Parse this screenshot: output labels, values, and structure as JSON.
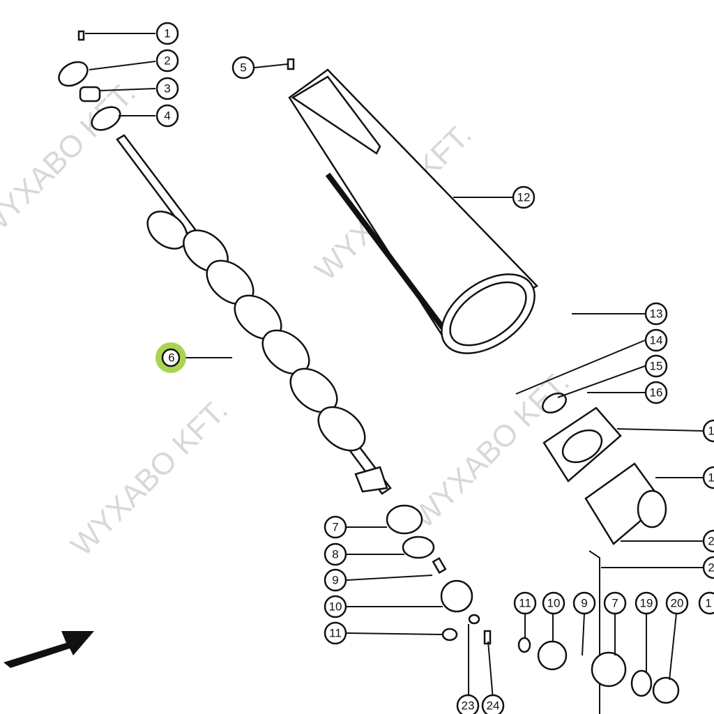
{
  "watermark": "WYXABO KFT.",
  "highlight_color": "#9acd32",
  "selected_callout": "6",
  "callouts": {
    "c1": "1",
    "c2": "2",
    "c3": "3",
    "c4": "4",
    "c5": "5",
    "c6": "6",
    "c7": "7",
    "c8": "8",
    "c9": "9",
    "c10": "10",
    "c11": "11",
    "c12": "12",
    "c13": "13",
    "c14": "14",
    "c15": "15",
    "c16": "16",
    "r1": "1",
    "r2": "1",
    "r3": "2",
    "r4": "2",
    "b11": "11",
    "b10": "10",
    "b9": "9",
    "b7": "7",
    "b19": "19",
    "b20": "20",
    "b17": "1",
    "c23": "23",
    "c24": "24"
  }
}
